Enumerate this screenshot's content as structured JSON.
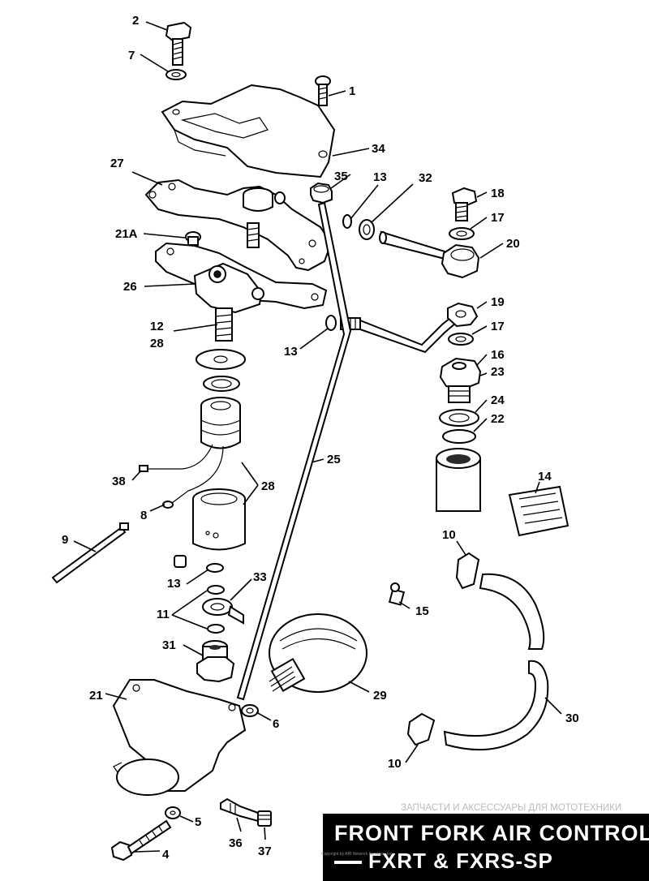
{
  "labels": {
    "l1": "1",
    "l2": "2",
    "l4": "4",
    "l5": "5",
    "l6": "6",
    "l7": "7",
    "l8": "8",
    "l9": "9",
    "l10a": "10",
    "l10b": "10",
    "l11": "11",
    "l12": "12",
    "l13a": "13",
    "l13b": "13",
    "l13c": "13",
    "l14": "14",
    "l15": "15",
    "l16": "16",
    "l17a": "17",
    "l17b": "17",
    "l18": "18",
    "l19": "19",
    "l20": "20",
    "l21": "21",
    "l21a": "21A",
    "l22": "22",
    "l23": "23",
    "l24": "24",
    "l25": "25",
    "l26": "26",
    "l27": "27",
    "l28a": "28",
    "l28b": "28",
    "l29": "29",
    "l30": "30",
    "l31": "31",
    "l32": "32",
    "l33": "33",
    "l34": "34",
    "l35": "35",
    "l36": "36",
    "l37": "37",
    "l38": "38"
  },
  "title": {
    "line1": "FRONT FORK AIR CONTROL",
    "line2": "FXRT & FXRS-SP"
  },
  "watermark": "ЗАПЧАСТИ И АКСЕССУАРЫ ДЛЯ МОТОТЕХНИКИ",
  "copyright": "Copyright by ARI Network Services, Inc."
}
